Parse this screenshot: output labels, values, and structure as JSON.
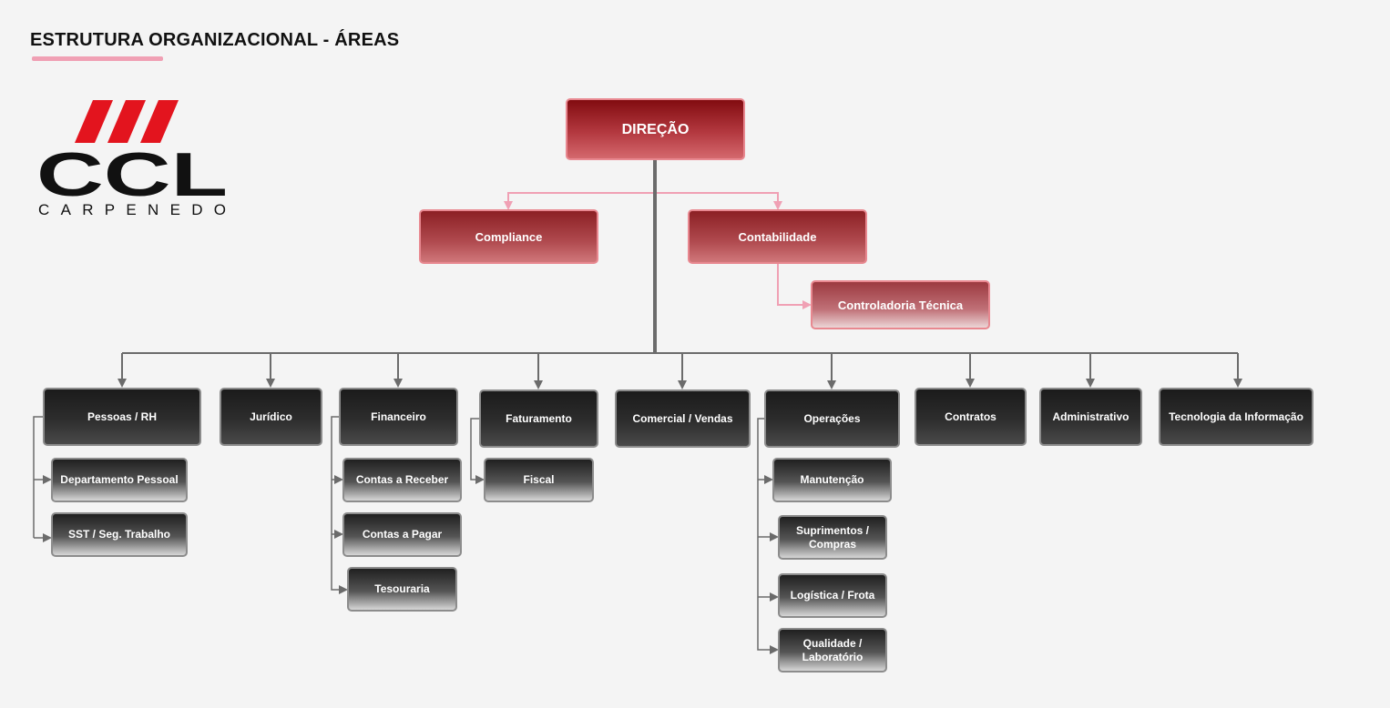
{
  "header": {
    "title": "ESTRUTURA ORGANIZACIONAL - ÁREAS"
  },
  "logo": {
    "wordmark": "CCL",
    "subtext": "CARPENEDO",
    "accent_color": "#e3141e"
  },
  "colors": {
    "background": "#f4f4f4",
    "title_underline": "#f0a0b4",
    "red_node": "#a83038",
    "dark_node": "#2a2a2a",
    "connector_gray": "#6b6b6b",
    "connector_pink": "#f0a0b4"
  },
  "org": {
    "direcao": "DIREÇÃO",
    "compliance": "Compliance",
    "contabilidade": "Contabilidade",
    "controladoria": "Controladoria Técnica",
    "areas": {
      "pessoas": {
        "label": "Pessoas / RH",
        "subs": [
          "Departamento Pessoal",
          "SST / Seg. Trabalho"
        ]
      },
      "juridico": {
        "label": "Jurídico"
      },
      "financeiro": {
        "label": "Financeiro",
        "subs": [
          "Contas a Receber",
          "Contas a Pagar",
          "Tesouraria"
        ]
      },
      "faturamento": {
        "label": "Faturamento",
        "subs": [
          "Fiscal"
        ]
      },
      "comercial": {
        "label": "Comercial / Vendas"
      },
      "operacoes": {
        "label": "Operações",
        "subs": [
          "Manutenção",
          "Suprimentos / Compras",
          "Logística / Frota",
          "Qualidade / Laboratório"
        ]
      },
      "contratos": {
        "label": "Contratos"
      },
      "administrativo": {
        "label": "Administrativo"
      },
      "ti": {
        "label": "Tecnologia da Informação"
      }
    }
  }
}
